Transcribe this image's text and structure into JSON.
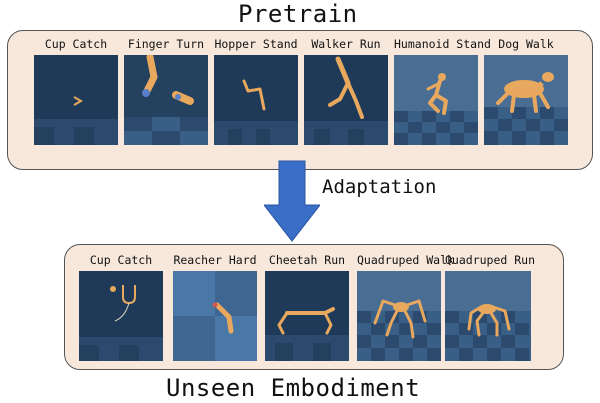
{
  "sections": {
    "pretrain_title": "Pretrain",
    "adaptation_label": "Adaptation",
    "unseen_title": "Unseen Embodiment"
  },
  "pretrain_tasks": [
    {
      "label": "Cup Catch",
      "scene": "cup-catch-scene"
    },
    {
      "label": "Finger Turn",
      "scene": "finger-turn-scene"
    },
    {
      "label": "Hopper Stand",
      "scene": "hopper-stand-scene"
    },
    {
      "label": "Walker Run",
      "scene": "walker-run-scene"
    },
    {
      "label": "Humanoid Stand",
      "scene": "humanoid-stand-scene"
    },
    {
      "label": "Dog Walk",
      "scene": "dog-walk-scene"
    }
  ],
  "unseen_tasks": [
    {
      "label": "Cup Catch",
      "scene": "cup-catch-scene"
    },
    {
      "label": "Reacher Hard",
      "scene": "reacher-hard-scene"
    },
    {
      "label": "Cheetah Run",
      "scene": "cheetah-run-scene"
    },
    {
      "label": "Quadruped Walk",
      "scene": "quadruped-walk-scene"
    },
    {
      "label": "Quadruped Run",
      "scene": "quadruped-run-scene"
    }
  ],
  "colors": {
    "panel_fill": "#f8e8dc",
    "arrow_fill": "#3a6fc8",
    "body_orange": "#e8a85e",
    "floor_dark": "#2b4a6e",
    "floor_light": "#4a6d94"
  }
}
